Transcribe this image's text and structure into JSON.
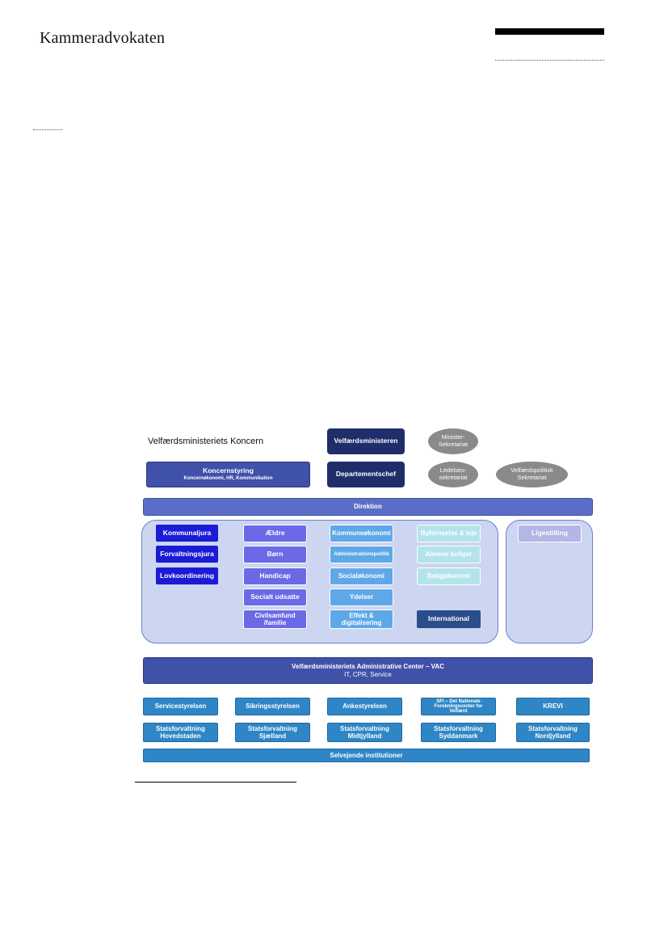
{
  "header": {
    "logo_text": "Kammeradvokaten"
  },
  "org_chart": {
    "title": "Velfærdsministeriets Koncern",
    "top": {
      "minister": "Velfærdsministeren",
      "minister_secretariat": "Minister-\nSekretariat",
      "department_head": "Departementschef",
      "leadership_secretariat": "Ledelses-\nsekretariat",
      "policy_secretariat": "Velfærdspolitisk\nSekretariat",
      "koncernstyring_title": "Koncernstyring",
      "koncernstyring_sub": "Koncernøkonomi, HR, Kommunikation"
    },
    "direktion": "Direktion",
    "col1": [
      "Kommunaljura",
      "Forvaltningsjura",
      "Lovkoordinering"
    ],
    "col2": [
      "Ældre",
      "Børn",
      "Handicap",
      "Socialt udsatte",
      "Civilsamfund\n/familie"
    ],
    "col3": [
      "Kommuneøkonomi",
      "Administrationspolitik",
      "Socialøkonomi",
      "Ydelser",
      "Effekt &\ndigitalisering"
    ],
    "col4": [
      "Byfornyelse & leje",
      "Almene boliger",
      "Boligøkonomi"
    ],
    "international": "International",
    "ligestilling": "Ligestilling",
    "vac_line1": "Velfærdsministeriets Administrative Center – VAC",
    "vac_line2": "IT, CPR, Service",
    "agencies": [
      "Servicestyrelsen",
      "Sikringsstyrelsen",
      "Ankestyrelsen",
      "SFI – Det Nationale\nForskningscenter for\nVelfærd",
      "KREVI"
    ],
    "statsforvaltninger": [
      "Statsforvaltning\nHovedstaden",
      "Statsforvaltning\nSjælland",
      "Statsforvaltning\nMidtjylland",
      "Statsforvaltning\nSyddanmark",
      "Statsforvaltning\nNordjylland"
    ],
    "selvejende": "Selvejende institutioner"
  }
}
